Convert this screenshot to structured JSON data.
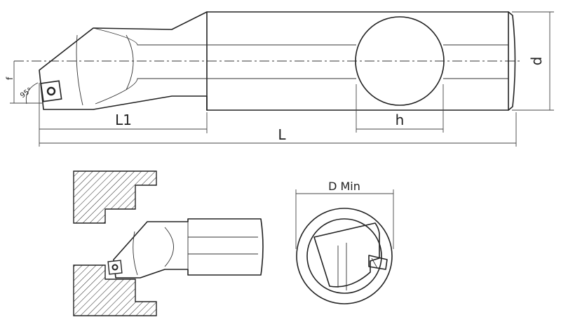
{
  "labels": {
    "L1": "L1",
    "L": "L",
    "h": "h",
    "d": "d",
    "f": "f",
    "angle": "95°",
    "d_min": "D Min"
  }
}
